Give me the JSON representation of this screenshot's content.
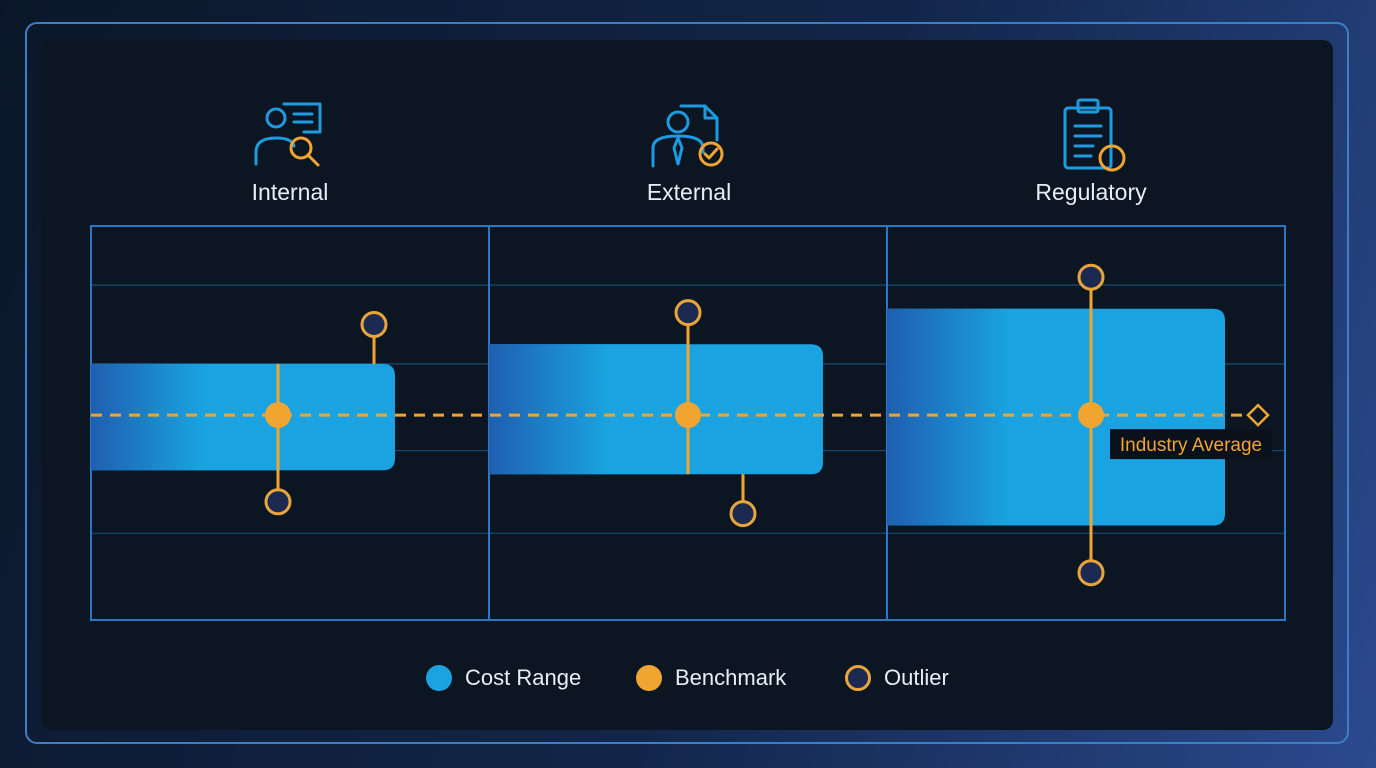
{
  "colors": {
    "cost_range": "#1aa3e0",
    "cost_range_dark": "#1f5fb0",
    "benchmark": "#f0a531",
    "outlier_fill": "#1c2a52",
    "outlier_stroke": "#e8a53a",
    "icon": "#1e9be0",
    "grid": "#1f5b92",
    "frame": "#3d7fc7"
  },
  "chart_data": {
    "type": "box",
    "title": "",
    "xlabel": "",
    "ylabel": "",
    "ylim": [
      0,
      100
    ],
    "grid": true,
    "legend_position": "bottom",
    "categories": [
      {
        "name": "Internal",
        "icon": "user-search-icon",
        "low": 38,
        "high": 65,
        "benchmark": 52,
        "outliers": [
          75,
          30
        ]
      },
      {
        "name": "External",
        "icon": "user-document-check-icon",
        "low": 37,
        "high": 70,
        "benchmark": 52,
        "outliers": [
          78,
          27
        ]
      },
      {
        "name": "Regulatory",
        "icon": "clipboard-icon",
        "low": 24,
        "high": 79,
        "benchmark": 52,
        "outliers": [
          87,
          12
        ]
      }
    ],
    "reference_line": {
      "label": "Industry Average",
      "value": 52
    },
    "legend": [
      {
        "label": "Cost Range",
        "kind": "cost-range"
      },
      {
        "label": "Benchmark",
        "kind": "benchmark"
      },
      {
        "label": "Outlier",
        "kind": "outlier"
      }
    ]
  }
}
